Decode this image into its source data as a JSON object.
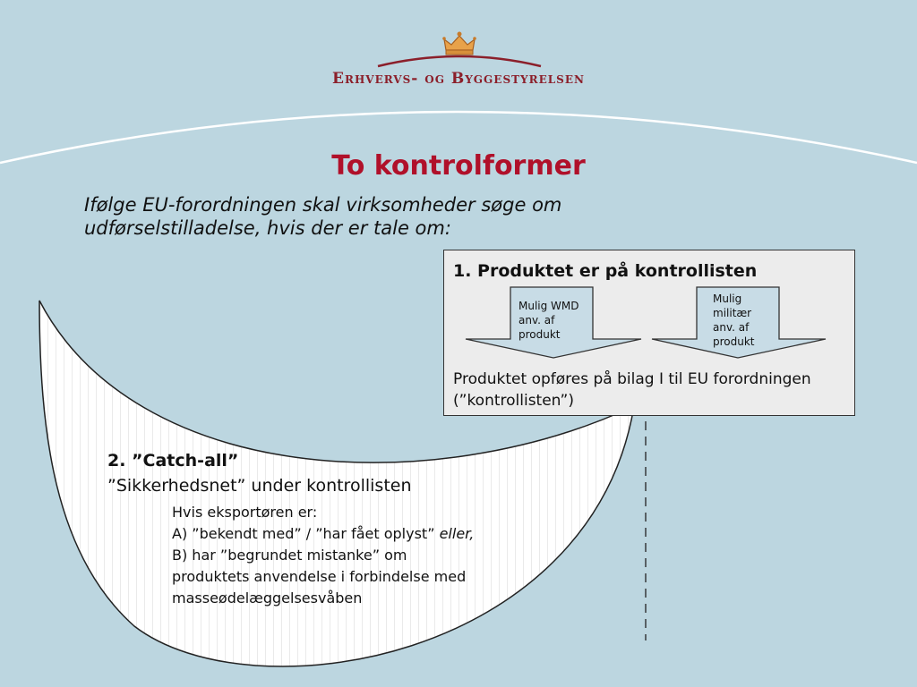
{
  "logo": {
    "text": "Erhvervs- og Byggestyrelsen",
    "icon": "crown-icon",
    "color": "#8b1f2a"
  },
  "slide": {
    "title": "To kontrolformer",
    "intro": "Ifølge EU-forordningen skal virksomheder søge om udførselstilladelse, hvis der er tale om:"
  },
  "box1": {
    "title": "1. Produktet er på kontrollisten",
    "arrow1": "Mulig WMD anv. af produkt",
    "arrow2": "Mulig militær anv. af produkt",
    "text": "Produktet opføres på bilag I til EU forordningen (”kontrollisten”)"
  },
  "catch_all": {
    "title": "2. ”Catch-all”",
    "subtitle": "”Sikkerhedsnet” under kontrollisten",
    "line1": "Hvis eksportøren er:",
    "line2_a": "A) ”bekendt med” / ”har fået oplyst” ",
    "line2_b": "eller,",
    "line3": "B) har ”begrundet mistanke” om",
    "line4": "produktets anvendelse i forbindelse med",
    "line5": "masseødelæggelsesvåben"
  },
  "colors": {
    "background": "#bcd6e0",
    "title": "#b0102a",
    "box": "#ececec"
  }
}
